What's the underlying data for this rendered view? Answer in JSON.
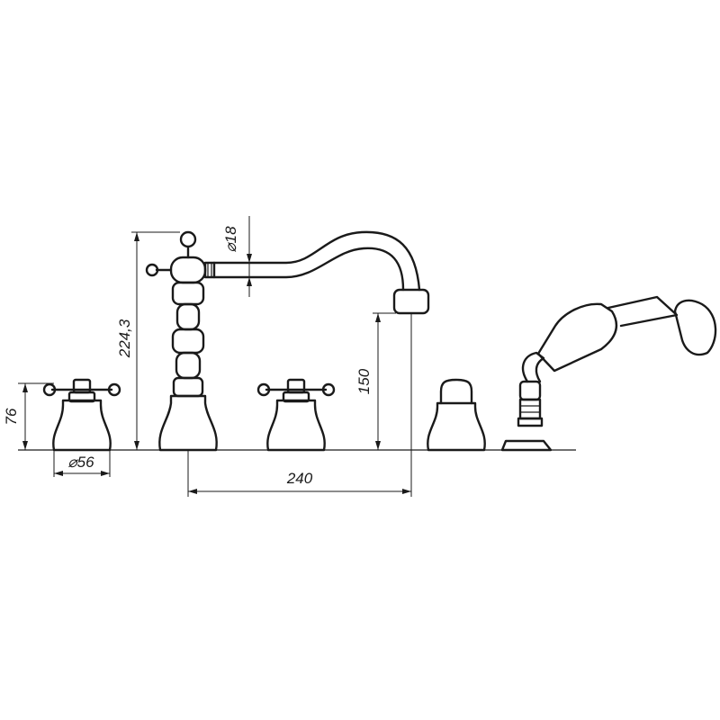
{
  "dimensions": {
    "handle_height": "76",
    "handle_diameter": "⌀56",
    "total_height": "224,3",
    "pipe_diameter": "⌀18",
    "spout_height": "150",
    "spout_reach": "240"
  }
}
